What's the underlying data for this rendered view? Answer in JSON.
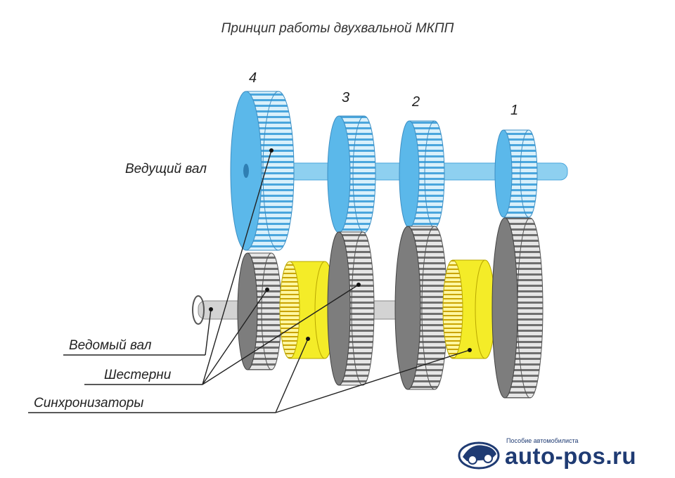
{
  "title": "Принцип работы двухвальной МКПП",
  "gears": {
    "g4": "4",
    "g3": "3",
    "g2": "2",
    "g1": "1"
  },
  "labels": {
    "drive_shaft": "Ведущий вал",
    "driven_shaft": "Ведомый вал",
    "gears": "Шестерни",
    "synchronizers": "Синхронизаторы"
  },
  "brand": {
    "tagline": "Пособие автомобилиста",
    "name": "auto-pos.ru",
    "logo_icon": "car-wheel-logo-icon"
  },
  "colors": {
    "drive_gear": "#5bb8ea",
    "drive_gear_teeth": "#cfe9f7",
    "driven_gear": "#7d7d7d",
    "driven_gear_teeth": "#d9d9d9",
    "synchronizer": "#f4ec28",
    "shaft_blue": "#8ed0f0",
    "shaft_grey": "#bdbdbd",
    "brand": "#1f3b73"
  }
}
